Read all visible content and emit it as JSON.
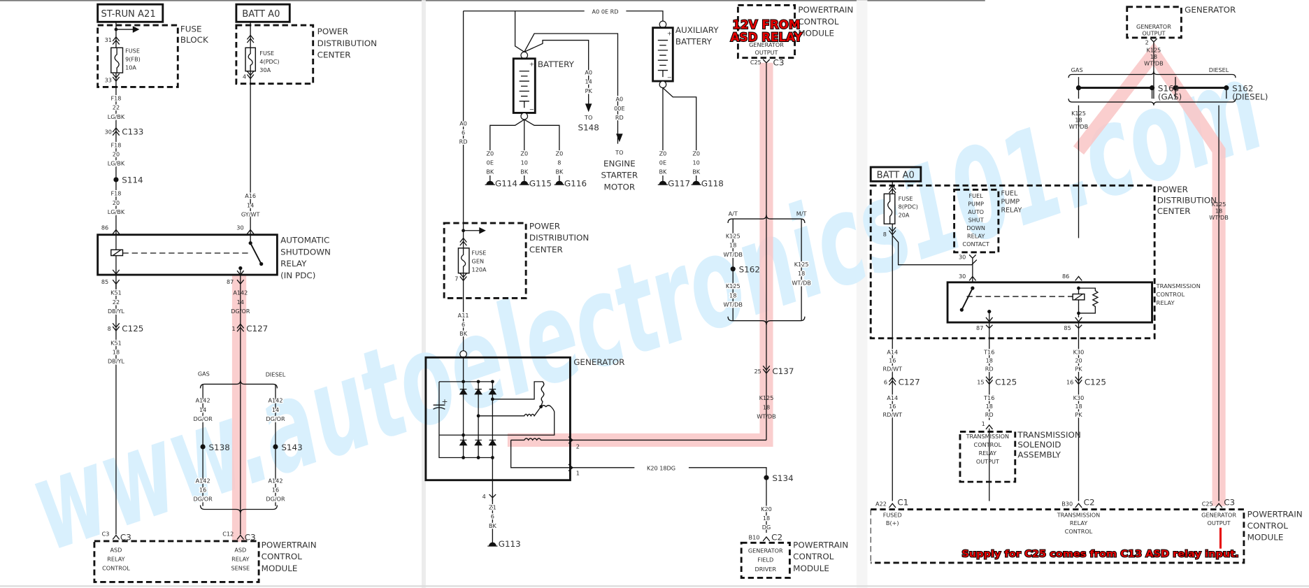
{
  "watermark": "www.autoelectronics101.com",
  "p1": {
    "st_run": "ST-RUN A21",
    "batt": "BATT A0",
    "fuse_block": [
      "FUSE",
      "BLOCK"
    ],
    "fuse1": [
      "FUSE",
      "9(FB)",
      "10A"
    ],
    "pin31": "31",
    "pin33": "33",
    "w1": [
      "F18",
      "22",
      "LG/BK"
    ],
    "c133_pin": "30",
    "c133": "C133",
    "w2": [
      "F18",
      "20",
      "LG/BK"
    ],
    "s114": "S114",
    "w3": [
      "F18",
      "20",
      "LG/BK"
    ],
    "pin86": "86",
    "pin30": "30",
    "pin85": "85",
    "pin87": "87",
    "relay": [
      "AUTOMATIC",
      "SHUTDOWN",
      "RELAY",
      "(IN PDC)"
    ],
    "w4": [
      "K51",
      "22",
      "DB/YL"
    ],
    "c125_pin": "8",
    "c125": "C125",
    "w5": [
      "K51",
      "18",
      "DB/YL"
    ],
    "pdc": [
      "POWER",
      "DISTRIBUTION",
      "CENTER"
    ],
    "fuse2": [
      "FUSE",
      "4(PDC)",
      "30A"
    ],
    "pin4": "4",
    "w6": [
      "A16",
      "14",
      "GY/WT"
    ],
    "w7": [
      "A142",
      "14",
      "DG/OR"
    ],
    "c127_pin": "1",
    "c127": "C127",
    "gas": "GAS",
    "diesel": "DIESEL",
    "w8": [
      "A142",
      "14",
      "DG/OR"
    ],
    "w9": [
      "A142",
      "14",
      "DG/OR"
    ],
    "s138": "S138",
    "s143": "S143",
    "w10": [
      "A142",
      "16",
      "DG/OR"
    ],
    "w11": [
      "A142",
      "16",
      "DG/OR"
    ],
    "c3a_pin": "C3",
    "c3a": "C3",
    "c12": "C12",
    "c3b": "C3",
    "asd_ctrl": [
      "ASD",
      "RELAY",
      "CONTROL"
    ],
    "asd_sense": [
      "ASD",
      "RELAY",
      "SENSE"
    ],
    "pcm": [
      "POWERTRAIN",
      "CONTROL",
      "MODULE"
    ]
  },
  "p2": {
    "top_wire": "A0  0E RD",
    "battery": "BATTERY",
    "aux_battery": [
      "AUXILIARY",
      "BATTERY"
    ],
    "w_a0_6": [
      "A0",
      "6",
      "RD"
    ],
    "w_a0_14": [
      "A0",
      "14",
      "PK"
    ],
    "to_s148": [
      "TO",
      "S148"
    ],
    "w_a0_00e": [
      "A0",
      "00E",
      "RD"
    ],
    "to_starter": [
      "TO",
      "ENGINE",
      "STARTER",
      "MOTOR"
    ],
    "z1": [
      "Z0",
      "0E",
      "BK"
    ],
    "z2": [
      "Z0",
      "10",
      "BK"
    ],
    "z3": [
      "Z0",
      "8",
      "BK"
    ],
    "z4": [
      "Z0",
      "0E",
      "BK"
    ],
    "z5": [
      "Z0",
      "10",
      "BK"
    ],
    "g114": "G114",
    "g115": "G115",
    "g116": "G116",
    "g117": "G117",
    "g118": "G118",
    "pdc": [
      "POWER",
      "DISTRIBUTION",
      "CENTER"
    ],
    "fuse": [
      "FUSE",
      "GEN",
      "120A"
    ],
    "pin7": "7",
    "w_a11": [
      "A11",
      "6",
      "BK"
    ],
    "generator": "GENERATOR",
    "pin2": "2",
    "pin1": "1",
    "pin4": "4",
    "k20_wire": "K20   18DG",
    "s134": "S134",
    "w_k20": [
      "K20",
      "18",
      "DG"
    ],
    "b10": "B10",
    "c2": "C2",
    "field_driver": [
      "GENERATOR",
      "FIELD",
      "DRIVER"
    ],
    "pcm_bottom": [
      "POWERTRAIN",
      "CONTROL",
      "MODULE"
    ],
    "w_z1": [
      "Z1",
      "6",
      "BK"
    ],
    "g113": "G113",
    "pcm_top": [
      "POWERTRAIN",
      "CONTROL",
      "MODULE"
    ],
    "gen_output": [
      "GENERATOR",
      "OUTPUT"
    ],
    "c25": "C25",
    "c3": "C3",
    "overlay_12v": [
      "12V FROM",
      "ASD RELAY"
    ],
    "at": "A/T",
    "mt": "M/T",
    "w_k125a": [
      "K125",
      "18",
      "WT/DB"
    ],
    "s162": "S162",
    "w_k125b": [
      "K125",
      "18",
      "WT/DB"
    ],
    "w_k125c": [
      "K125",
      "18",
      "WT/DB"
    ],
    "c137_pin": "25",
    "c137": "C137",
    "w_k125d": [
      "K125",
      "18",
      "WT/DB"
    ]
  },
  "p3": {
    "generator": "GENERATOR",
    "gen_output": [
      "GENERATOR",
      "OUTPUT"
    ],
    "pin2": "2",
    "w_top": [
      "K125",
      "18",
      "WT/DB"
    ],
    "gas": "GAS",
    "diesel": "DIESEL",
    "s163": [
      "S163",
      "(GAS)"
    ],
    "s162": [
      "S162",
      "(DIESEL)"
    ],
    "w_left": [
      "K125",
      "18",
      "WT/DB"
    ],
    "w_right": [
      "K125",
      "18",
      "WT/DB"
    ],
    "batt": "BATT A0",
    "pdc": [
      "POWER",
      "DISTRIBUTION",
      "CENTER"
    ],
    "fuse": [
      "FUSE",
      "8(PDC)",
      "20A"
    ],
    "pin8": "8",
    "fp_contact": [
      "FUEL",
      "PUMP",
      "AUTO",
      "SHUT",
      "DOWN",
      "RELAY",
      "CONTACT"
    ],
    "fp_relay": [
      "FUEL",
      "PUMP",
      "RELAY"
    ],
    "pin30a": "30",
    "pin30b": "30",
    "pin86": "86",
    "pin87": "87",
    "pin85": "85",
    "tcr": [
      "TRANSMISSION",
      "CONTROL",
      "RELAY"
    ],
    "w_a14a": [
      "A14",
      "16",
      "RD/WT"
    ],
    "c127_pin": "6",
    "c127": "C127",
    "w_a14b": [
      "A14",
      "16",
      "RD/WT"
    ],
    "w_t16a": [
      "T16",
      "18",
      "RD"
    ],
    "c125a_pin": "15",
    "c125a": "C125",
    "w_t16b": [
      "T16",
      "18",
      "RD"
    ],
    "w_k30a": [
      "K30",
      "20",
      "PK"
    ],
    "c125b_pin": "16",
    "c125b": "C125",
    "w_k30b": [
      "K30",
      "18",
      "PK"
    ],
    "pin1": "1",
    "tcr_output": [
      "TRANSMISSION",
      "CONTROL",
      "RELAY",
      "OUTPUT"
    ],
    "solenoid": [
      "TRANSMISSION",
      "SOLENOID",
      "ASSEMBLY"
    ],
    "a22": "A22",
    "c1": "C1",
    "b30": "B30",
    "c2": "C2",
    "c25": "C25",
    "c3": "C3",
    "fused": [
      "FUSED",
      "B(+)"
    ],
    "trc": [
      "TRANSMISSION",
      "RELAY",
      "CONTROL"
    ],
    "gen_out2": [
      "GENERATOR",
      "OUTPUT"
    ],
    "pcm": [
      "POWERTRAIN",
      "CONTROL",
      "MODULE"
    ],
    "note": "Supply for C25 comes from C13 ASD relay input."
  },
  "colors": {
    "highlight": "#f9c5c5",
    "annotation": "#e60000",
    "watermark": "#d9f0fd"
  }
}
